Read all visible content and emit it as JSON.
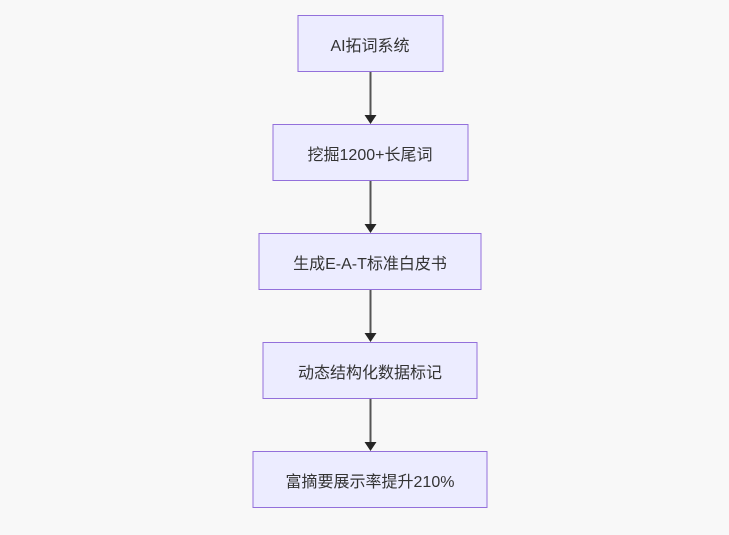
{
  "diagram": {
    "type": "flowchart",
    "direction": "top-down",
    "nodes": [
      {
        "id": "n1",
        "label": "AI拓词系统"
      },
      {
        "id": "n2",
        "label": "挖掘1200+长尾词"
      },
      {
        "id": "n3",
        "label": "生成E-A-T标准白皮书"
      },
      {
        "id": "n4",
        "label": "动态结构化数据标记"
      },
      {
        "id": "n5",
        "label": "富摘要展示率提升210%"
      }
    ],
    "edges": [
      {
        "from": "n1",
        "to": "n2"
      },
      {
        "from": "n2",
        "to": "n3"
      },
      {
        "from": "n3",
        "to": "n4"
      },
      {
        "from": "n4",
        "to": "n5"
      }
    ],
    "colors": {
      "node_fill": "#ECECFF",
      "node_border": "#9370DB",
      "arrow_line": "#555555",
      "arrow_head": "#262626",
      "text": "#333333",
      "background": "#f8f8f8"
    }
  }
}
